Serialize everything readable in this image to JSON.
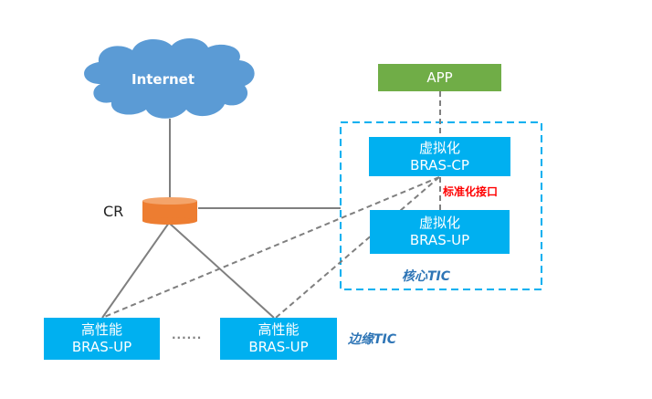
{
  "colors": {
    "cloud": "#5b9bd5",
    "cr": "#ed7d31",
    "box_blue": "#00b0f0",
    "box_green": "#70ad47",
    "dash_border": "#00b0f0",
    "line": "#7f7f7f",
    "interface_label": "#ff0000",
    "tic_label": "#2e75b6"
  },
  "nodes": {
    "internet": {
      "label": "Internet"
    },
    "cr": {
      "label": "CR"
    },
    "app": {
      "label": "APP"
    },
    "bras_cp": {
      "line1": "虚拟化",
      "line2": "BRAS-CP"
    },
    "bras_up_virtual": {
      "line1": "虚拟化",
      "line2": "BRAS-UP"
    },
    "edge_up_1": {
      "line1": "高性能",
      "line2": "BRAS-UP"
    },
    "edge_up_2": {
      "line1": "高性能",
      "line2": "BRAS-UP"
    }
  },
  "labels": {
    "interface": "标准化接口",
    "core_tic": "核心TIC",
    "edge_tic": "边缘TIC",
    "ellipsis": "......"
  }
}
